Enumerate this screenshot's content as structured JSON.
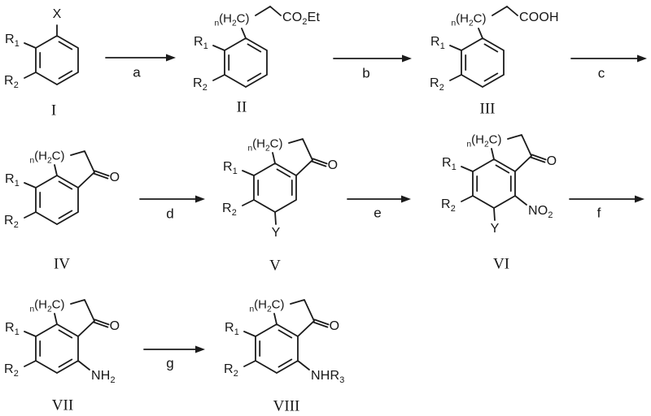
{
  "scheme": {
    "colors": {
      "ink": "#1b1b1b",
      "background": "#ffffff"
    },
    "compounds": [
      {
        "numeral": "I",
        "top_label": "X",
        "r1": "R_1",
        "r2": "R_2"
      },
      {
        "numeral": "II",
        "chain_label": "_n(H_2C)",
        "chain_end": "CO_2Et",
        "r1": "R_1",
        "r2": "R_2"
      },
      {
        "numeral": "III",
        "chain_label": "_n(H_2C)",
        "chain_end": "COOH",
        "r1": "R_1",
        "r2": "R_2"
      },
      {
        "numeral": "IV",
        "ring_label": "_n(H_2C)",
        "ketone": "O",
        "r1": "R_1",
        "r2": "R_2"
      },
      {
        "numeral": "V",
        "ring_label": "_n(H_2C)",
        "ketone": "O",
        "r1": "R_1",
        "r2": "R_2",
        "bottom_label": "Y"
      },
      {
        "numeral": "VI",
        "ring_label": "_n(H_2C)",
        "ketone": "O",
        "r1": "R_1",
        "r2": "R_2",
        "bottom_label": "Y",
        "side_label": "NO_2"
      },
      {
        "numeral": "VII",
        "ring_label": "_n(H_2C)",
        "ketone": "O",
        "r1": "R_1",
        "r2": "R_2",
        "side_label": "NH_2"
      },
      {
        "numeral": "VIII",
        "ring_label": "_n(H_2C)",
        "ketone": "O",
        "r1": "R_1",
        "r2": "R_2",
        "side_label": "NHR_3"
      }
    ],
    "steps": [
      {
        "label": "a"
      },
      {
        "label": "b"
      },
      {
        "label": "c"
      },
      {
        "label": "d"
      },
      {
        "label": "e"
      },
      {
        "label": "f"
      },
      {
        "label": "g"
      }
    ]
  }
}
